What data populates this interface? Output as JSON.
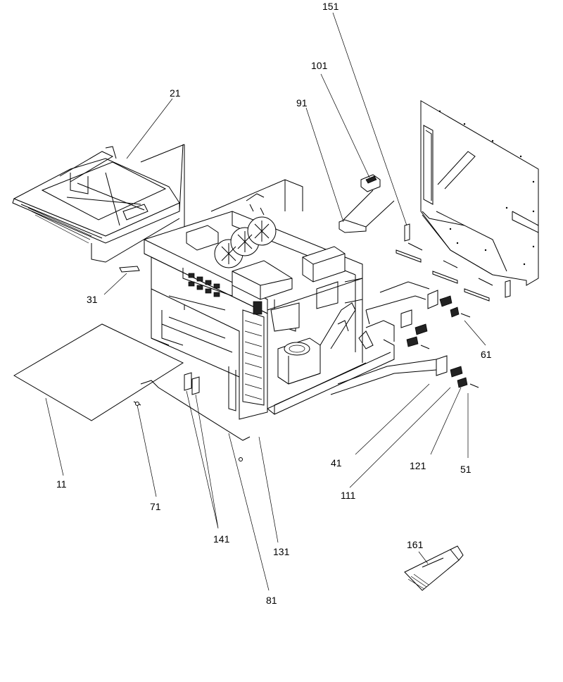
{
  "labels": {
    "p151": "151",
    "p101": "101",
    "p91": "91",
    "p21": "21",
    "p31": "31",
    "p61": "61",
    "p41": "41",
    "p121": "121",
    "p51": "51",
    "p111": "111",
    "p11": "11",
    "p71": "71",
    "p141": "141",
    "p131": "131",
    "p81": "81",
    "p161": "161"
  }
}
